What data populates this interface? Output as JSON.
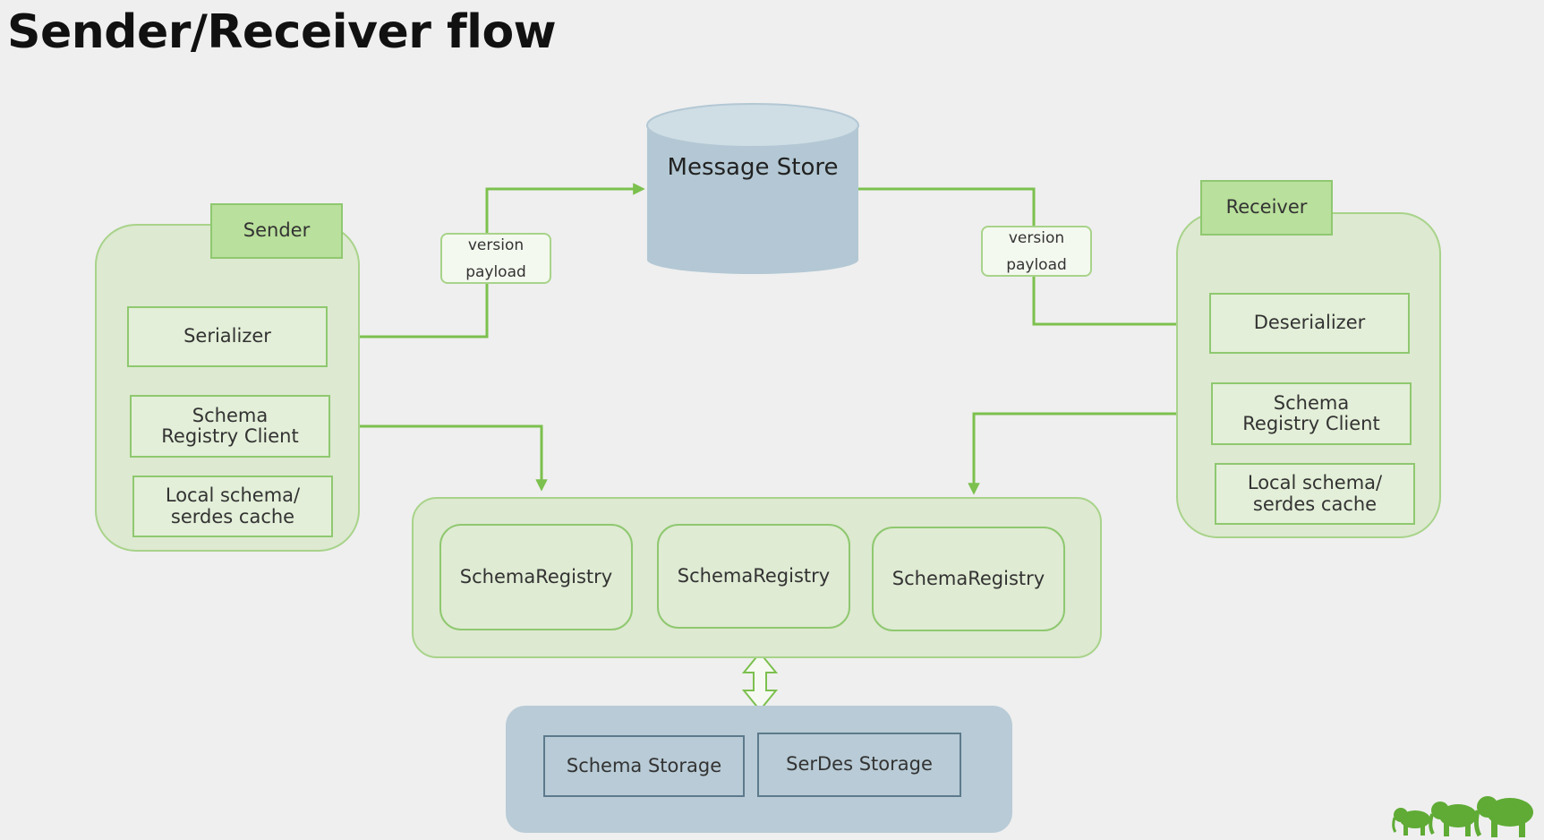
{
  "title": "Sender/Receiver flow",
  "message_store": {
    "label": "Message Store"
  },
  "sender": {
    "tag": "Sender",
    "serializer": "Serializer",
    "registry_client": "Schema Registry Client",
    "local_cache": "Local schema/ serdes cache"
  },
  "receiver": {
    "tag": "Receiver",
    "deserializer": "Deserializer",
    "registry_client": "Schema Registry Client",
    "local_cache": "Local schema/ serdes cache"
  },
  "sender_label": {
    "line1": "version",
    "line2": "payload"
  },
  "receiver_label": {
    "line1": "version",
    "line2": "payload"
  },
  "schema_registries": [
    "SchemaRegistry",
    "SchemaRegistry",
    "SchemaRegistry"
  ],
  "storage": {
    "schema": "Schema Storage",
    "serdes": "SerDes Storage"
  },
  "colors": {
    "accent_green": "#7cc04e",
    "group_green": "#dde9d0",
    "storage_blue": "#b8cbd6",
    "cylinder_blue": "#b3c8d4"
  },
  "icons": {
    "logo": "elephants-logo-icon"
  }
}
